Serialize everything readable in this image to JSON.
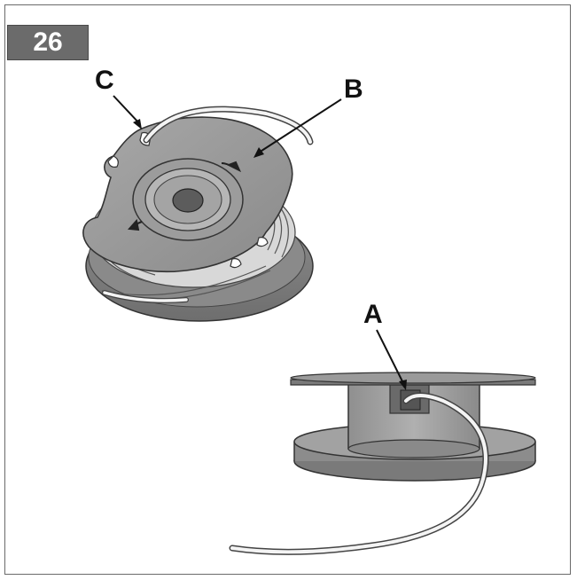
{
  "step": {
    "number": "26"
  },
  "labels": {
    "a": "A",
    "b": "B",
    "c": "C"
  },
  "colors": {
    "frame": "#6a6a6a",
    "badge": "#6b6b6b",
    "spool_dark": "#7a7a7a",
    "spool_mid": "#999999",
    "spool_light": "#c4c4c4",
    "outline": "#333333"
  }
}
